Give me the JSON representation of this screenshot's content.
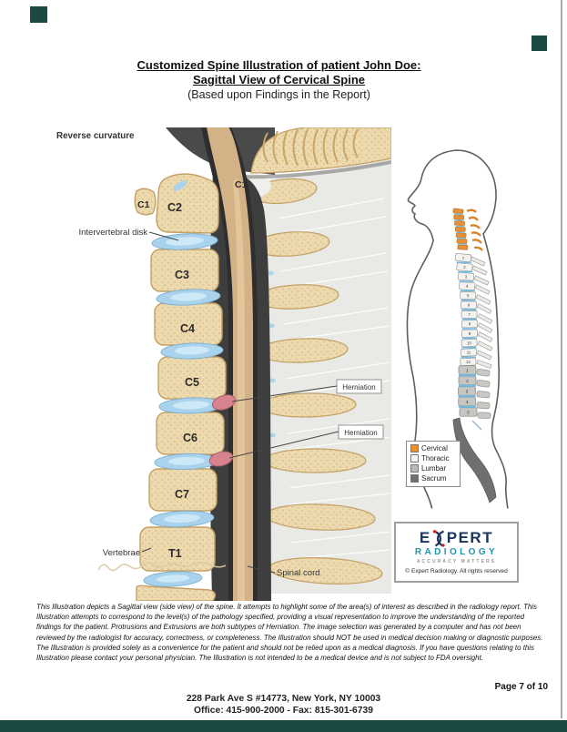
{
  "theme": {
    "accent_teal": "#1b4a43",
    "edge_line_gray": "#9b9b9b"
  },
  "header": {
    "title_line1": "Customized Spine Illustration of patient John Doe:",
    "title_line2": "Sagittal View of Cervical Spine",
    "subtitle": "(Based upon Findings in the Report)"
  },
  "illustration": {
    "curvature_label": "Reverse curvature",
    "disk_label": "Intervertebral disk",
    "vertebrae_label": "Vertebrae",
    "spinal_cord_label": "Spinal cord",
    "herniation_label_1": "Herniation",
    "herniation_label_2": "Herniation",
    "vertebra_labels": {
      "c1_side": "C1",
      "c1_top": "C1",
      "c2": "C2",
      "c3": "C3",
      "c4": "C4",
      "c5": "C5",
      "c6": "C6",
      "c7": "C7",
      "t1": "T1"
    },
    "colors": {
      "bone": "#ecd9ae",
      "disk_blue": "#a9d3ec",
      "herniation_pink": "#d8848f",
      "cord_tan": "#d4b288",
      "canal_dark": "#3e3e3e"
    }
  },
  "overview_figure": {
    "thoracic_numbers": [
      "1",
      "2",
      "3",
      "4",
      "5",
      "6",
      "7",
      "8",
      "9",
      "10",
      "11",
      "12"
    ],
    "lumbar_numbers": [
      "1",
      "2",
      "3",
      "4",
      "5"
    ],
    "legend": [
      {
        "label": "Cervical",
        "color": "#e8912e"
      },
      {
        "label": "Thoracic",
        "color": "#f4f3ef"
      },
      {
        "label": "Lumbar",
        "color": "#b9b9b7"
      },
      {
        "label": "Sacrum",
        "color": "#6e6e6e"
      }
    ]
  },
  "logo": {
    "brand_e": "E",
    "brand_rest": "PERT",
    "brand_line2": "RADIOLOGY",
    "tagline": "ACCURACY MATTERS",
    "copyright": "© Expert Radiology. All rights reserved"
  },
  "disclaimer": "This Illustration depicts a Sagittal view (side view) of the spine. It attempts to highlight some of the area(s) of interest as described in the radiology report. This Illustration attempts to correspond to the level(s) of the pathology specified, providing a visual representation to improve the understanding of the reported findings for the patient. Protrusions and Extrusions are both subtypes of Herniation. The image selection was generated by a computer and has not been reviewed by the radiologist for accuracy, correctness, or completeness. The Illustration should NOT be used in medical decision making or diagnostic purposes. The Illustration is provided solely as a convenience for the patient and should not be relied upon as a medical diagnosis. If you have questions relating to this Illustration please contact your personal physician. The Illustration is not intended to be a medical device and is not subject to FDA oversight.",
  "footer": {
    "page_indicator": "Page 7 of 10",
    "address": "228 Park Ave S #14773, New York, NY 10003",
    "contact": "Office: 415-900-2000 - Fax: 815-301-6739"
  }
}
